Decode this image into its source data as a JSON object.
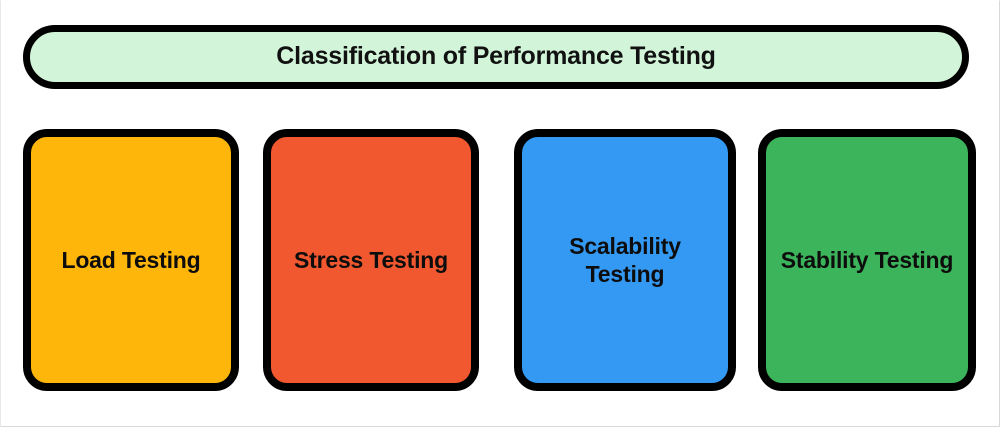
{
  "diagram": {
    "title": "Classification of Performance Testing",
    "title_fill": "#d2f5d9",
    "border_color": "#000000",
    "background": "#ffffff",
    "categories": [
      {
        "id": "load",
        "label": "Load Testing",
        "fill": "#ffb60a",
        "text_color": "#0d0d0d"
      },
      {
        "id": "stress",
        "label": "Stress Testing",
        "fill": "#f1582f",
        "text_color": "#0d0d0d"
      },
      {
        "id": "scalability",
        "label": "Scalability Testing",
        "fill": "#3399f3",
        "text_color": "#0d0d0d"
      },
      {
        "id": "stability",
        "label": "Stability Testing",
        "fill": "#3cb45b",
        "text_color": "#0d0d0d"
      }
    ]
  }
}
